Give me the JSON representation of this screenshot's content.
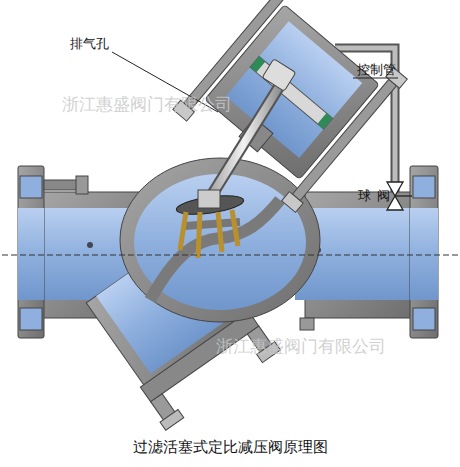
{
  "diagram": {
    "caption": "过滤活塞式定比减压阀原理图",
    "labels": [
      "排气孔",
      "控制管",
      "球阀",
      "浙江惠盛阀门有限公司",
      "浙江惠盛阀门有限公司"
    ]
  }
}
